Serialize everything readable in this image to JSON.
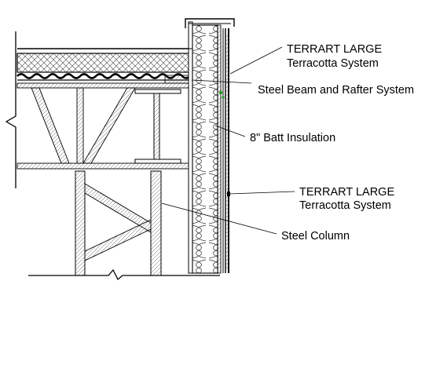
{
  "diagram": {
    "labels": {
      "terracotta_top_line1": "TERRART LARGE",
      "terracotta_top_line2": "Terracotta System",
      "steel_beam": "Steel Beam and Rafter System",
      "batt_insulation": "8\" Batt Insulation",
      "terracotta_bottom_line1": "TERRART LARGE",
      "terracotta_bottom_line2": "Terracotta System",
      "steel_column": "Steel Column"
    },
    "colors": {
      "line": "#000000",
      "hatch": "#444444",
      "accent": "#1a9a1a",
      "background": "#ffffff"
    }
  }
}
